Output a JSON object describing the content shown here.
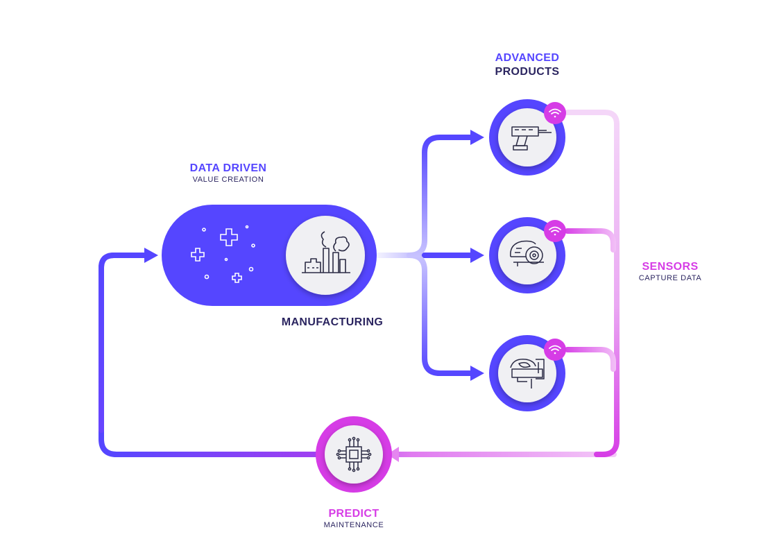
{
  "labels": {
    "data_driven": {
      "title": "DATA DRIVEN",
      "subtitle": "VALUE CREATION"
    },
    "manufacturing": {
      "title": "MANUFACTURING"
    },
    "advanced_products": {
      "line1": "ADVANCED",
      "line2": "PRODUCTS"
    },
    "sensors": {
      "title": "SENSORS",
      "subtitle": "CAPTURE DATA"
    },
    "predict": {
      "title": "PREDICT",
      "subtitle": "MAINTENANCE"
    }
  },
  "colors": {
    "indigo": "#5546ff",
    "indigo_dark": "#2b2560",
    "magenta": "#d63ce6",
    "violet": "#8a3ff0",
    "light_magenta": "#f2c4f7",
    "circle_fill": "#f0f0f3",
    "icon_stroke": "#2b2b44"
  },
  "icons": {
    "manufacturing": "factory-icon",
    "product_1": "power-drill-icon",
    "product_2": "circular-saw-icon",
    "product_3": "jigsaw-icon",
    "predict": "microchip-icon",
    "sensor": "wifi-icon"
  }
}
